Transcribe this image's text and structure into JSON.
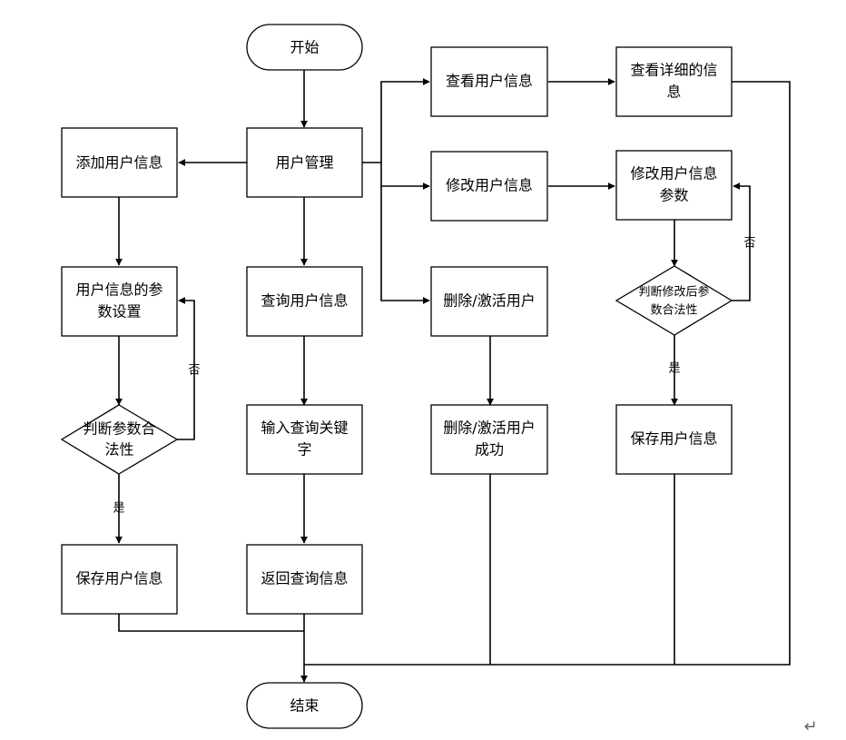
{
  "flow": {
    "start": "开始",
    "end": "结束",
    "user_mgmt": "用户管理",
    "add_user": "添加用户信息",
    "param_set": [
      "用户信息的参",
      "数设置"
    ],
    "judge_left": [
      "判断参数合",
      "法性"
    ],
    "save_left": "保存用户信息",
    "query_user": "查询用户信息",
    "input_keyword": [
      "输入查询关键",
      "字"
    ],
    "return_query": "返回查询信息",
    "view_user": "查看用户信息",
    "view_detail": [
      "查看详细的信",
      "息"
    ],
    "modify_user": "修改用户信息",
    "modify_params": [
      "修改用户信息",
      "参数"
    ],
    "judge_right": [
      "判断修改后参",
      "数合法性"
    ],
    "save_right": "保存用户信息",
    "delete_activate": "删除/激活用户",
    "delete_success": [
      "删除/激活用户",
      "成功"
    ],
    "label_no": "否",
    "label_yes": "是"
  },
  "paragraph_mark": "↵"
}
